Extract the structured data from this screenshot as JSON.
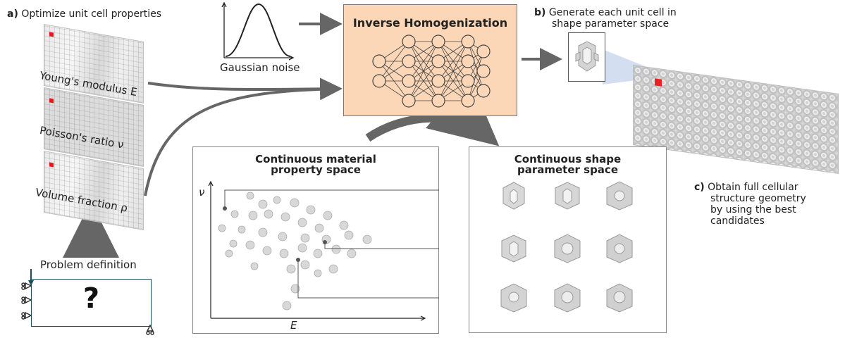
{
  "labels": {
    "a_letter": "a)",
    "a_text": "Optimize unit cell properties",
    "b_letter": "b)",
    "b_line1": "Generate each unit cell in",
    "b_line2": "shape parameter space",
    "c_letter": "c)",
    "c_line1": "Obtain full cellular",
    "c_line2": "structure geometry",
    "c_line3": "by using the best",
    "c_line4": "candidates"
  },
  "panels": [
    {
      "label": "Young's modulus E"
    },
    {
      "label": "Poisson's ratio ν"
    },
    {
      "label": "Volume fraction ρ"
    }
  ],
  "gaussian": {
    "label": "Gaussian noise"
  },
  "inverse_homogenization": {
    "title": "Inverse Homogenization"
  },
  "problem": {
    "label": "Problem definition",
    "symbol": "?"
  },
  "material_space": {
    "line1": "Continuous material",
    "line2": "property space",
    "xlabel": "E",
    "ylabel": "ν"
  },
  "shape_space": {
    "line1": "Continuous shape",
    "line2": "parameter space"
  },
  "colors": {
    "accent_red": "#e8161b",
    "box_fill": "#fbd7b8",
    "arrow_gray": "#666666",
    "support_teal": "#1f4e5a"
  }
}
